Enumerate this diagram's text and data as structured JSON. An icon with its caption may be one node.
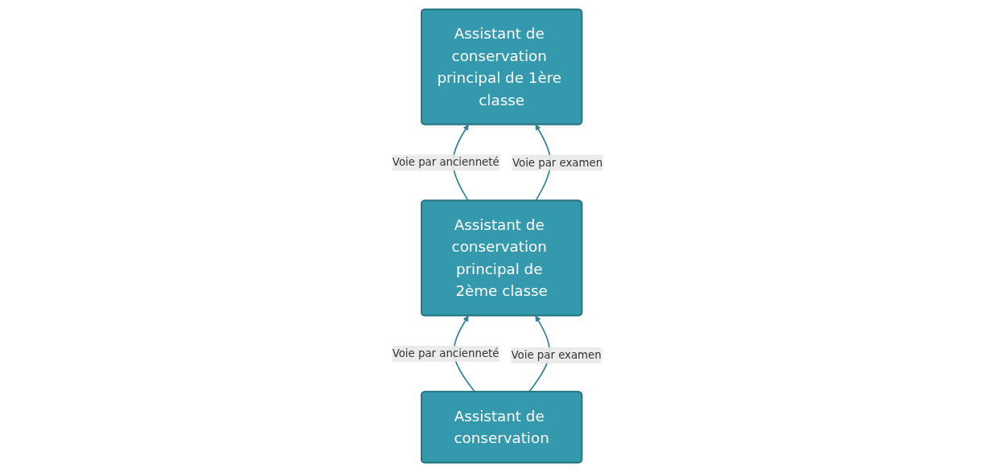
{
  "diagram": {
    "nodes": [
      {
        "text": [
          "Assistant de conservation principal de 1ère classe"
        ]
      },
      {
        "text": [
          "Assistant de conservation principal de 2ème classe"
        ]
      },
      {
        "text": [
          "Assistant de conservation"
        ]
      }
    ],
    "edges": [
      {
        "from": 1,
        "to": 0,
        "arrow": "to",
        "label": "Voie par ancienneté"
      },
      {
        "from": 1,
        "to": 0,
        "arrow": "to",
        "label": "Voie par examen"
      },
      {
        "from": 2,
        "to": 1,
        "arrow": "to",
        "label": "Voie par ancienneté"
      },
      {
        "from": 2,
        "to": 1,
        "arrow": "to",
        "label": "Voie par examen"
      }
    ]
  }
}
